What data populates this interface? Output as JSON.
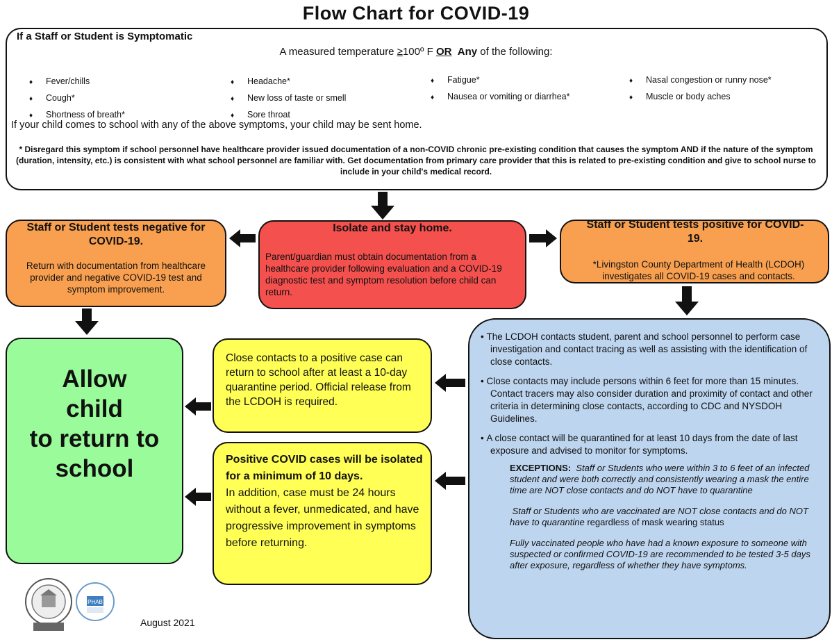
{
  "title": "Flow Chart for COVID-19",
  "symptomatic": {
    "heading": "If a Staff or Student is Symptomatic",
    "temp_prefix": "A measured temperature ",
    "temp_ge": "≥",
    "temp_value": "100º F ",
    "temp_or": "OR",
    "temp_any": "Any",
    "temp_suffix": " of the following:",
    "col1": [
      "Fever/chills",
      "Cough*",
      "Shortness of breath*"
    ],
    "col2": [
      "Headache*",
      "New loss of taste or smell",
      "Sore throat"
    ],
    "col3": [
      "Fatigue*",
      "Nausea or vomiting or diarrhea*"
    ],
    "col4": [
      "Nasal congestion or runny nose*",
      "Muscle or body aches"
    ],
    "note": "If your child comes to school with any of the above symptoms, your child may be sent home.",
    "disclaimer": "* Disregard this symptom if school personnel have healthcare provider issued documentation of a non-COVID chronic pre-existing condition that causes the symptom AND if the nature of the symptom (duration, intensity, etc.) is consistent with what school personnel are familiar with.  Get documentation from primary care provider that this is related to pre-existing condition and give to school nurse to include in your child's medical record."
  },
  "negative": {
    "heading": "Staff or Student tests negative for COVID-19.",
    "body": "Return with documentation from healthcare provider and negative COVID-19 test and symptom improvement."
  },
  "isolate": {
    "heading": "Isolate and stay home.",
    "body": "Parent/guardian must obtain documentation from a healthcare provider following evaluation and a COVID-19 diagnostic test and symptom resolution before child can return."
  },
  "positive": {
    "heading": "Staff or Student tests positive for COVID-19.",
    "body": "*Livingston County Department of Health (LCDOH) investigates all COVID-19 cases and contacts."
  },
  "allow": {
    "line1": "Allow",
    "line2": "child",
    "line3": "to return to",
    "line4": "school"
  },
  "close_contacts": {
    "body": "Close contacts to a positive case can return to school after at least a 10-day quarantine period. Official release from the LCDOH is required."
  },
  "positive_cases": {
    "bold": "Positive COVID cases will be isolated for a minimum of 10 days.",
    "body": "In addition, case must be 24 hours without a fever, unmedicated, and have progressive improvement in symptoms before returning."
  },
  "lcdoh": {
    "bullet1": "The LCDOH contacts student, parent and school personnel to perform case investigation and contact tracing as well as assisting with the identification of close contacts.",
    "bullet2": "Close contacts may include persons within 6 feet for more than 15 minutes. Contact tracers may also consider duration and proximity of contact and other criteria in determining close contacts, according to CDC and NYSDOH Guidelines.",
    "bullet3": "A close contact will be quarantined for at least 10 days from the date of last exposure and advised to monitor for symptoms.",
    "exceptions_label": "EXCEPTIONS",
    "exceptions_colon": ":",
    "exception1": "Staff or Students who were within 3 to 6 feet of an infected student and were both correctly and consistently wearing a mask the entire time are NOT close contacts and do NOT have to quarantine",
    "exception2_a": "Staff or Students who are vaccinated are NOT close contacts and do  NOT have to quarantine",
    "exception2_b": " regardless of mask wearing status",
    "exception3": "Fully vaccinated people who have had a known exposure to someone with suspected or confirmed COVID-19 are recommended to be tested 3-5 days after exposure, regardless of whether they have symptoms."
  },
  "footer": {
    "date": "August 2021",
    "logo2_text": "PHAB"
  },
  "colors": {
    "orange": "#f8a050",
    "red": "#f4504e",
    "green": "#99fb99",
    "yellow": "#ffff55",
    "blue": "#bdd5ee"
  }
}
